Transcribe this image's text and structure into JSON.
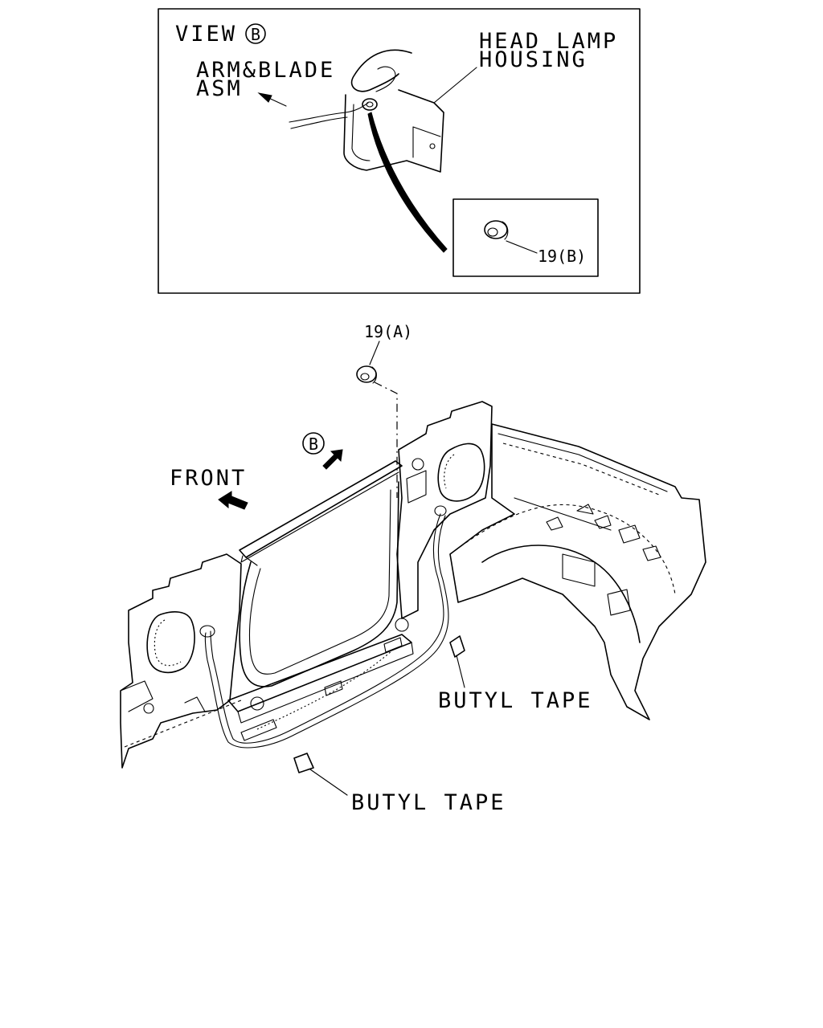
{
  "labels": {
    "view": "VIEW",
    "view_marker": "B",
    "arm_blade_line1": "ARM&BLADE",
    "arm_blade_line2": "ASM",
    "head_lamp_line1": "HEAD LAMP",
    "head_lamp_line2": "HOUSING",
    "part_19b": "19(B)",
    "part_19a": "19(A)",
    "view_direction_marker": "B",
    "front": "FRONT",
    "butyl_tape_right": "BUTYL TAPE",
    "butyl_tape_bottom": "BUTYL TAPE"
  },
  "colors": {
    "line": "#000000",
    "background": "#ffffff"
  }
}
